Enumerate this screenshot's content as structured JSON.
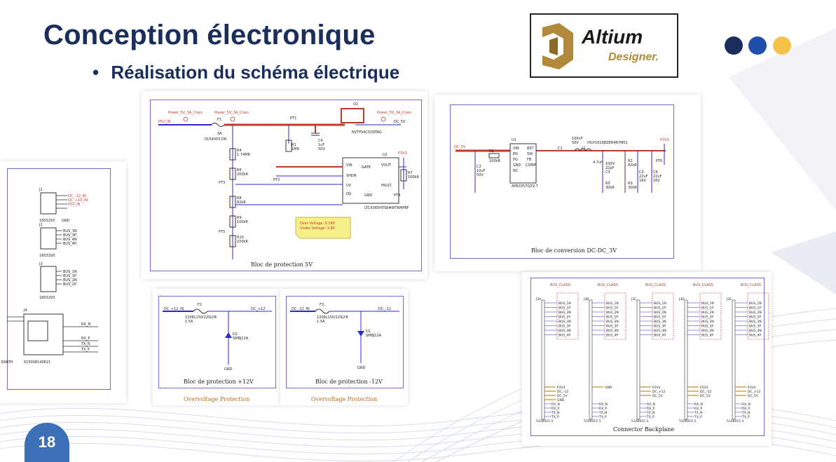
{
  "header": {
    "title": "Conception électronique",
    "subtitle_bullet": "•",
    "subtitle": "Réalisation du schéma électrique"
  },
  "logo": {
    "word": "Altium",
    "sub": "Designer."
  },
  "dots": [
    "#1a2e5c",
    "#1f4fa8",
    "#f5c24c"
  ],
  "page_number": "18",
  "schematics": {
    "protection_5v": {
      "caption": "Bloc de protection 5V",
      "labels": [
        "Power_5V_3A_Class",
        "Power_5V_3A_Class",
        "Power_5V_3A_Class",
        "P5V_IN",
        "F1",
        "3A",
        "0154003.DR",
        "PT1",
        "R1",
        "1MR",
        "C4",
        "1uF",
        "50V",
        "Q1",
        "NVTFS4C02NTAG",
        "DC_5V",
        "U2",
        "GATE",
        "VIN",
        "VOUT",
        "SHDN",
        "UV",
        "OV",
        "FAULT",
        "GND",
        "LTC4365HTS8#WTRMPBF",
        "R4",
        "1.74MR",
        "R6",
        "200kR",
        "R8",
        "82kR",
        "R9",
        "100kR",
        "R10",
        "220kR",
        "PT3",
        "PT2",
        "PT5",
        "P3V3",
        "R7",
        "100kR",
        "PT4"
      ],
      "note": [
        "Over Voltage: 5.18V",
        "Under Voltage: 3.8V"
      ]
    },
    "dcdc_3v": {
      "caption": "Bloc de conversion DC-DC_3V",
      "labels": [
        "DC_5V",
        "U1",
        "VIN",
        "EN",
        "PG",
        "GND",
        "NC",
        "BST",
        "SW",
        "FB",
        "COMP",
        "AP63357QZV-7",
        "C1",
        "100nF",
        "50V",
        "L1",
        "IHLP1616BZER4R7M01",
        "4.7uH",
        "C2",
        "10uF",
        "50V",
        "R1",
        "100kR",
        "R2",
        "82kR",
        "R3",
        "30kR",
        "R5",
        "30kR",
        "C3",
        "22pF",
        "100V",
        "C5",
        "22uF",
        "16V",
        "C6",
        "22uF",
        "16V",
        "P3V3",
        "PT6"
      ]
    },
    "connectors_left": {
      "labels": [
        "J1",
        "DC_-12_IN",
        "DC_+12_IN",
        "P5V_IN",
        "GND",
        "1803293",
        "J2",
        "BUS_3N",
        "BUS_3P",
        "BUS_4N",
        "BUS_4P",
        "1803293",
        "J3",
        "BUS_1N",
        "BUS_1P",
        "BUS_2N",
        "BUS_2P",
        "1803293",
        "J4",
        "RX_N",
        "RX_P",
        "TX_N",
        "TX_P",
        "615008140621",
        "EARTH"
      ]
    },
    "protection_p12": {
      "caption": "Bloc de protection +12V",
      "sub": "Overvoltage Protection",
      "labels": [
        "DC_+12_IN",
        "F2",
        "DC_+12",
        "1206L150/12SLYR",
        "1.5A",
        "D2",
        "SMBJ12A",
        "GND"
      ]
    },
    "protection_m12": {
      "caption": "Bloc de protection -12V",
      "sub": "Overvoltage Protection",
      "labels": [
        "DC_-12_IN",
        "F3",
        "DC_-12",
        "1206L150/12SLYR",
        "1.5A",
        "D1",
        "SMBJ12A",
        "GND"
      ]
    },
    "backplane": {
      "caption": "Connector Backplane",
      "bus_class": "BUS_CLASS",
      "part": "5106015-1",
      "bus_labels": [
        "BUS_1N",
        "BUS_1P",
        "BUS_2N",
        "BUS_2P",
        "BUS_3N",
        "BUS_3P",
        "BUS_4N",
        "BUS_4P"
      ],
      "columns": [
        {
          "id": "J3A",
          "prefix": "A",
          "pwr": [
            "P3V3",
            "DC_-12",
            "DC_5V",
            "GND"
          ],
          "io": [
            "RX_N",
            "RX_P",
            "TX_N",
            "TX_P"
          ]
        },
        {
          "id": "J3B",
          "prefix": "B",
          "pwr": [
            "GND"
          ],
          "io": [
            "RX_N",
            "RX_P",
            "TX_N",
            "TX_P"
          ]
        },
        {
          "id": "J3C",
          "prefix": "C",
          "pwr": [
            "P3V3",
            "DC_+12",
            "DC_5V"
          ],
          "io": [
            "RX_N",
            "RX_P",
            "TX_N",
            "TX_P"
          ]
        },
        {
          "id": "J3D",
          "prefix": "D",
          "pwr": [
            "P3V3",
            "DC_-12",
            "DC_5V"
          ],
          "io": [
            "RX_N",
            "RX_P",
            "TX_N",
            "TX_P"
          ]
        },
        {
          "id": "J3E",
          "prefix": "E",
          "pwr": [
            "P3V3",
            "DC_+12",
            "DC_5V"
          ],
          "io": [
            "RX_N",
            "RX_P",
            "TX_N",
            "TX_P"
          ]
        }
      ]
    }
  }
}
